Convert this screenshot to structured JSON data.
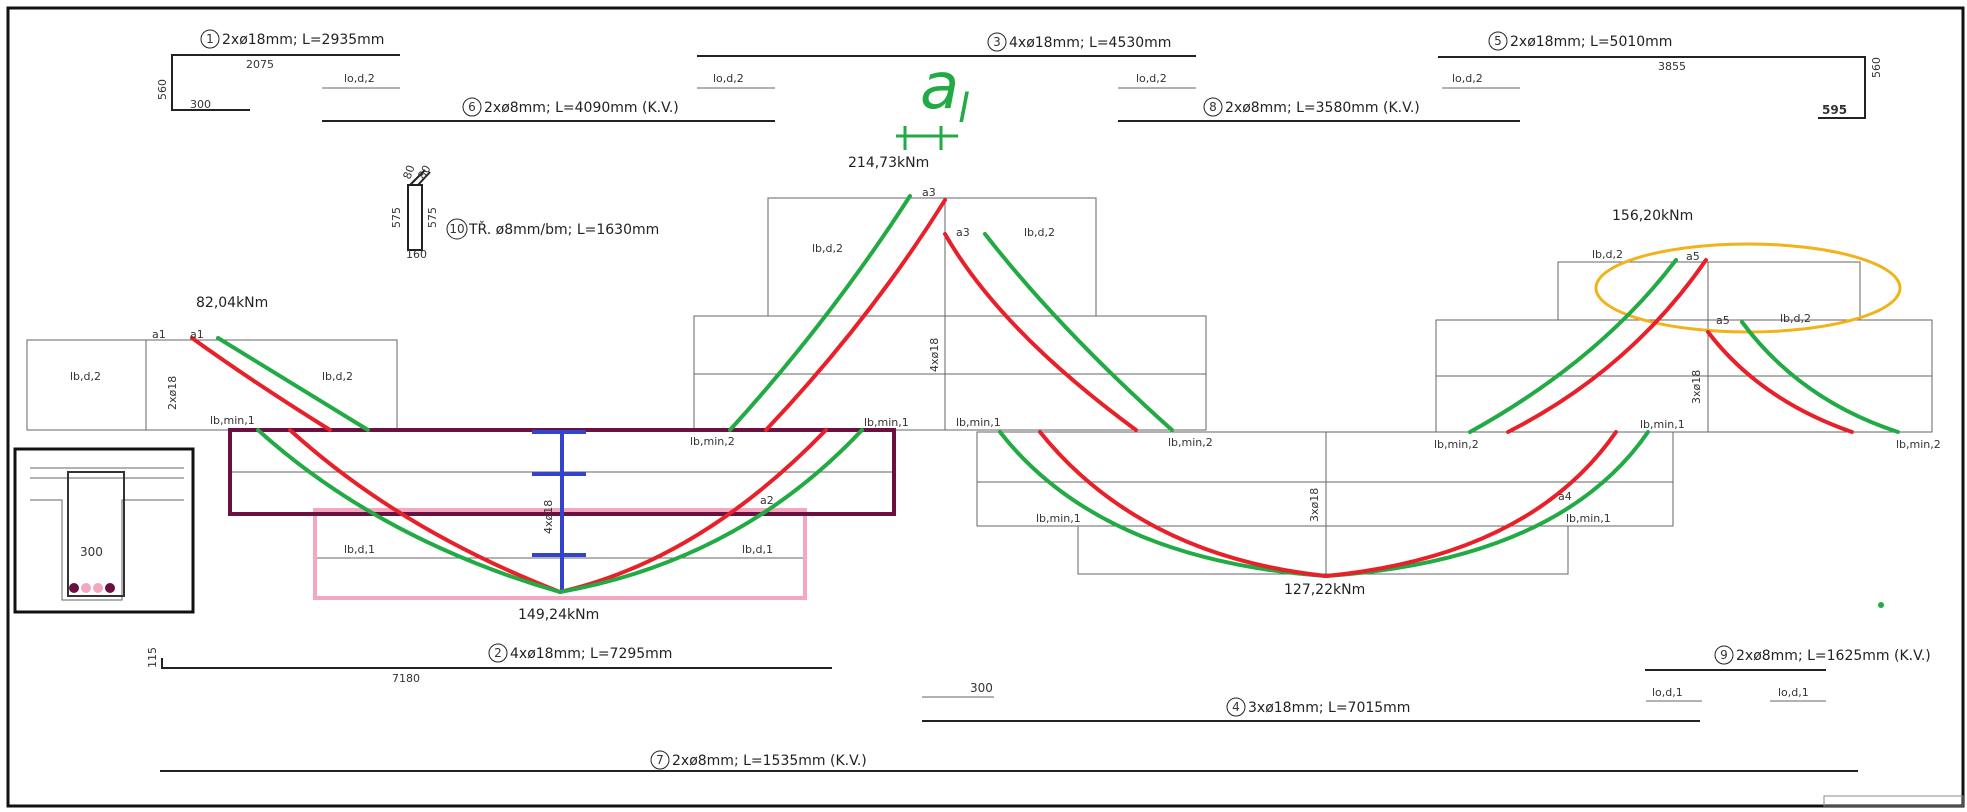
{
  "bars": {
    "b1": {
      "num": "1",
      "text": "2xø18mm;  L=2935mm",
      "len": "2075",
      "hook": "560",
      "end": "300"
    },
    "b2": {
      "num": "2",
      "text": "4xø18mm;  L=7295mm",
      "len": "7180",
      "hook": "115"
    },
    "b3": {
      "num": "3",
      "text": "4xø18mm;  L=4530mm"
    },
    "b4": {
      "num": "4",
      "text": "3xø18mm;  L=7015mm",
      "tail": "300"
    },
    "b5": {
      "num": "5",
      "text": "2xø18mm;  L=5010mm",
      "len": "3855",
      "end": "595",
      "hook": "560"
    },
    "b6": {
      "num": "6",
      "text": "2xø8mm;  L=4090mm  (K.V.)"
    },
    "b7": {
      "num": "7",
      "text": "2xø8mm;  L=1535mm  (K.V.)"
    },
    "b8": {
      "num": "8",
      "text": "2xø8mm;  L=3580mm  (K.V.)"
    },
    "b9": {
      "num": "9",
      "text": "2xø8mm;  L=1625mm  (K.V.)"
    },
    "b10": {
      "num": "10",
      "text": "TŘ.  ø8mm/bm;  L=1630mm",
      "d1": "575",
      "d2": "575",
      "d3": "160",
      "d4": "80",
      "d5": "80"
    }
  },
  "moments": {
    "m1": "82,04kNm",
    "m2": "214,73kNm",
    "m3": "156,20kNm",
    "m4": "149,24kNm",
    "m5": "127,22kNm"
  },
  "labels": {
    "lbd2": "lb,d,2",
    "lbd1": "lb,d,1",
    "lod2": "lo,d,2",
    "lod1": "lo,d,1",
    "lbmin1": "lb,min,1",
    "lbmin2": "lb,min,2",
    "a1": "a1",
    "a2": "a2",
    "a3": "a3",
    "a4": "a4",
    "a5": "a5",
    "al_main": "a",
    "al_sub": "l",
    "s2x18": "2xø18",
    "s4x18": "4xø18",
    "s3x18": "3xø18"
  },
  "section": {
    "width": "300"
  },
  "colors": {
    "tensile_line": "#e8202a",
    "shifted_line": "#22aa44",
    "highlight_box": "#6b1040",
    "pink_box": "#f4a7c0",
    "ellipse": "#f2b21c",
    "dim_al": "#22aa44",
    "blue_marker": "#3344cc"
  }
}
